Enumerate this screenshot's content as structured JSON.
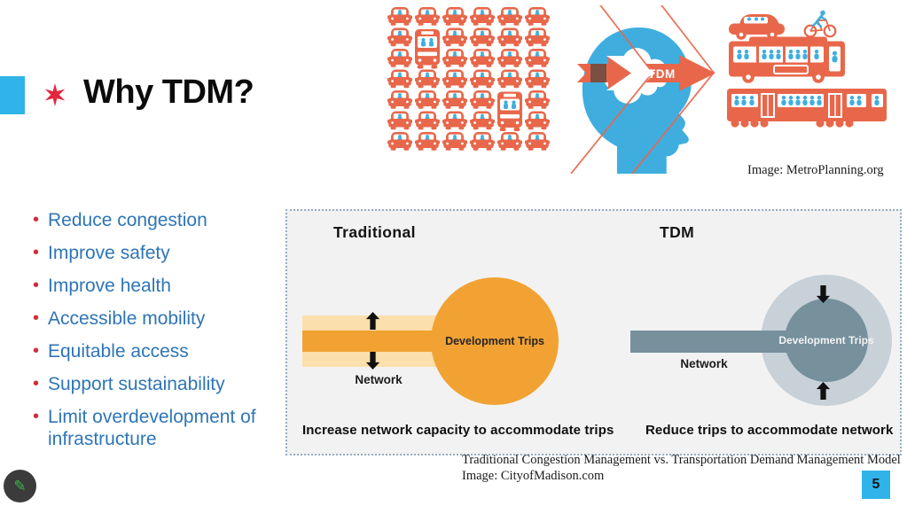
{
  "slide": {
    "title": "Why TDM?",
    "bullets": [
      "Reduce congestion",
      "Improve safety",
      "Improve health",
      "Accessible mobility",
      "Equitable access",
      "Support sustainability",
      "Limit overdevelopment of infrastructure"
    ],
    "page_number": "5"
  },
  "credits": {
    "top": "Image: MetroPlanning.org",
    "bottom_title": "Traditional Congestion Management vs. Transportation Demand Management Model",
    "bottom_source": "Image: CityofMadison.com"
  },
  "head_graphic": {
    "label": "TDM"
  },
  "diagram": {
    "traditional": {
      "heading": "Traditional",
      "circle_label": "Development Trips",
      "network_label": "Network",
      "caption": "Increase network capacity to accommodate trips"
    },
    "tdm": {
      "heading": "TDM",
      "circle_label": "Development Trips",
      "network_label": "Network",
      "caption": "Reduce trips to accommodate network"
    }
  },
  "traffic_grid": {
    "cols": 6,
    "rows": 7,
    "buses": [
      [
        1,
        1
      ],
      [
        4,
        4
      ]
    ]
  },
  "icons": {
    "pencil": "✎"
  },
  "colors": {
    "accent_cyan": "#2FB3E8",
    "star_red": "#E3263B",
    "bullet_text_blue": "#2E75B6",
    "bullet_dot_red": "#CE2F3B",
    "icon_orange": "#E8674A",
    "icon_blue": "#3FAEDF",
    "diag_orange": "#F2A233",
    "diag_orange_light": "#FBDFAC",
    "diag_slate": "#76909C",
    "diag_slate_light": "#C7D1D7",
    "box_bg": "#F2F2F3",
    "box_border": "#93AEC8",
    "edit_green": "#3CB54A"
  }
}
